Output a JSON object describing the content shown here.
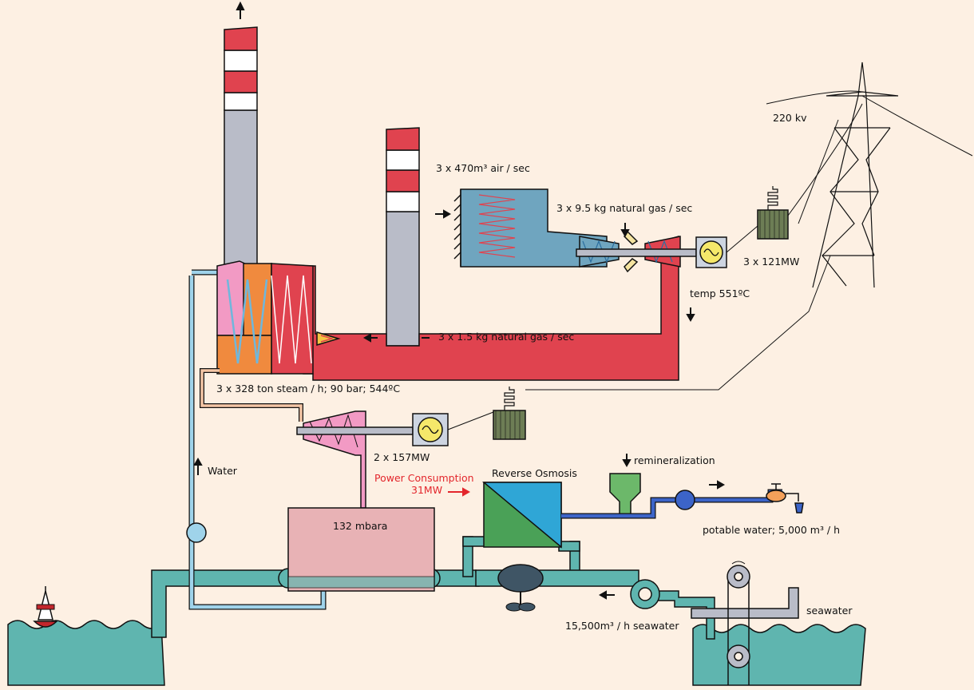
{
  "labels": {
    "air": "3 x 470m³ air / sec",
    "gas_turbine_fuel": "3 x 9.5 kg natural gas / sec",
    "grid_voltage": "220 kv",
    "gas_turbine_power": "3 x 121MW",
    "exhaust_temp": "temp 551ºC",
    "burner_fuel": "3 x 1.5 kg natural gas / sec",
    "steam": "3 x 328 ton steam / h; 90 bar; 544ºC",
    "steam_turbine_power": "2 x 157MW",
    "water": "Water",
    "power_consumption_line1": "Power Consumption",
    "power_consumption_line2": "31MW",
    "reverse_osmosis": "Reverse Osmosis",
    "remineralization": "remineralization",
    "potable_water": "potable water; 5,000 m³ / h",
    "condenser_pressure": "132 mbara",
    "seawater_flow": "15,500m³ / h seawater",
    "seawater": "seawater"
  },
  "colors": {
    "background": "#fdf0e3",
    "chimney_red": "#e0434f",
    "chimney_grey": "#b9bcc8",
    "exhaust_red": "#e0434f",
    "compressor_blue": "#6fa5bf",
    "pipe_teal": "#5fb5af",
    "water_blue": "#9fd3ea",
    "transformer_green": "#6d7d55",
    "ro_green": "#4aa157",
    "ro_blue": "#2fa6d6",
    "condenser_pink": "#e8b2b5",
    "potable_blue": "#3c64c8"
  }
}
